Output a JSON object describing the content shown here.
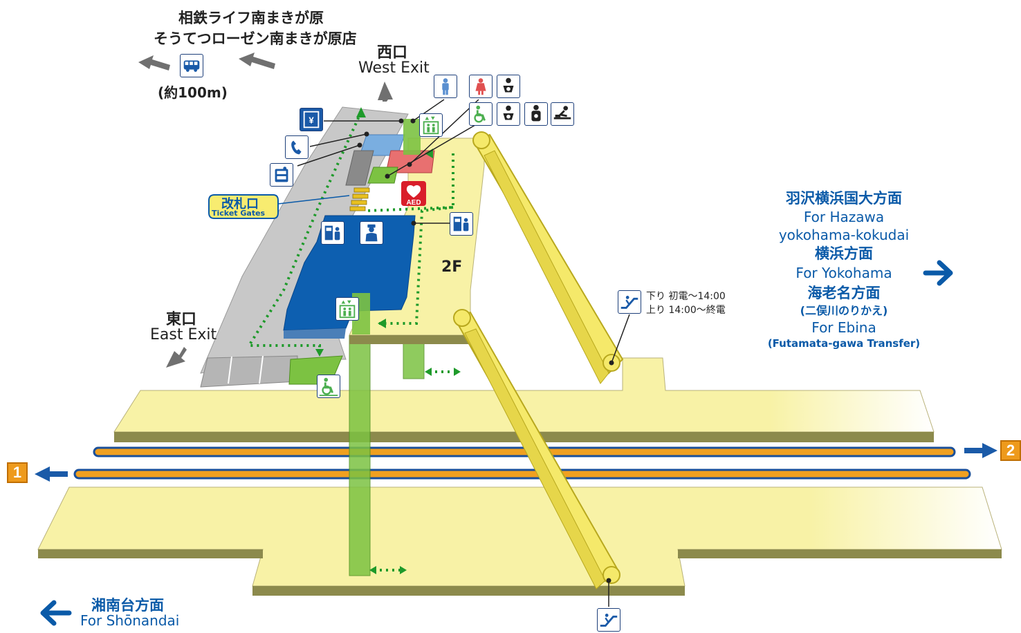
{
  "destinations": {
    "shop_line1": "相鉄ライフ南まきが原",
    "shop_line2": "そうてつローゼン南まきが原店",
    "distance": "(約100m)"
  },
  "exits": {
    "west_ja": "西口",
    "west_en": "West Exit",
    "east_ja": "東口",
    "east_en": "East Exit"
  },
  "ticket_gates": {
    "ja": "改札口",
    "en": "Ticket Gates"
  },
  "floor_label": "2F",
  "aed_label": "AED",
  "escalator_schedule": {
    "line1": "下り 初電〜14:00",
    "line2": "上り 14:00〜終電"
  },
  "directions_right": {
    "hazawa_ja": "羽沢横浜国大方面",
    "hazawa_en1": "For Hazawa",
    "hazawa_en2": "yokohama-kokudai",
    "yokohama_ja": "横浜方面",
    "yokohama_en": "For Yokohama",
    "ebina_ja": "海老名方面",
    "ebina_transfer_ja": "(二俣川のりかえ)",
    "ebina_en": "For Ebina",
    "ebina_transfer_en": "(Futamata-gawa Transfer)"
  },
  "directions_left": {
    "ja": "湘南台方面",
    "en": "For Shōnandai"
  },
  "platforms": {
    "track1": "1",
    "track2": "2"
  },
  "icons": [
    "bus-icon",
    "restroom-men-icon",
    "restroom-women-icon",
    "baby-icon",
    "accessible-toilet-icon",
    "baby-icon",
    "ostomate-icon",
    "diaper-change-icon",
    "elevator-icon",
    "atm-icon",
    "phone-icon",
    "coin-locker-icon",
    "ticket-machine-icon",
    "station-staff-icon",
    "escalator-icon",
    "wheelchair-icon"
  ],
  "colors": {
    "platform": "#f8f2a6",
    "concourse_blue": "#0d5fb0",
    "elevator_green": "#7cc242",
    "text_blue": "#0a5aa8",
    "track_orange": "#f0a020",
    "restroom_red": "#e87070"
  }
}
